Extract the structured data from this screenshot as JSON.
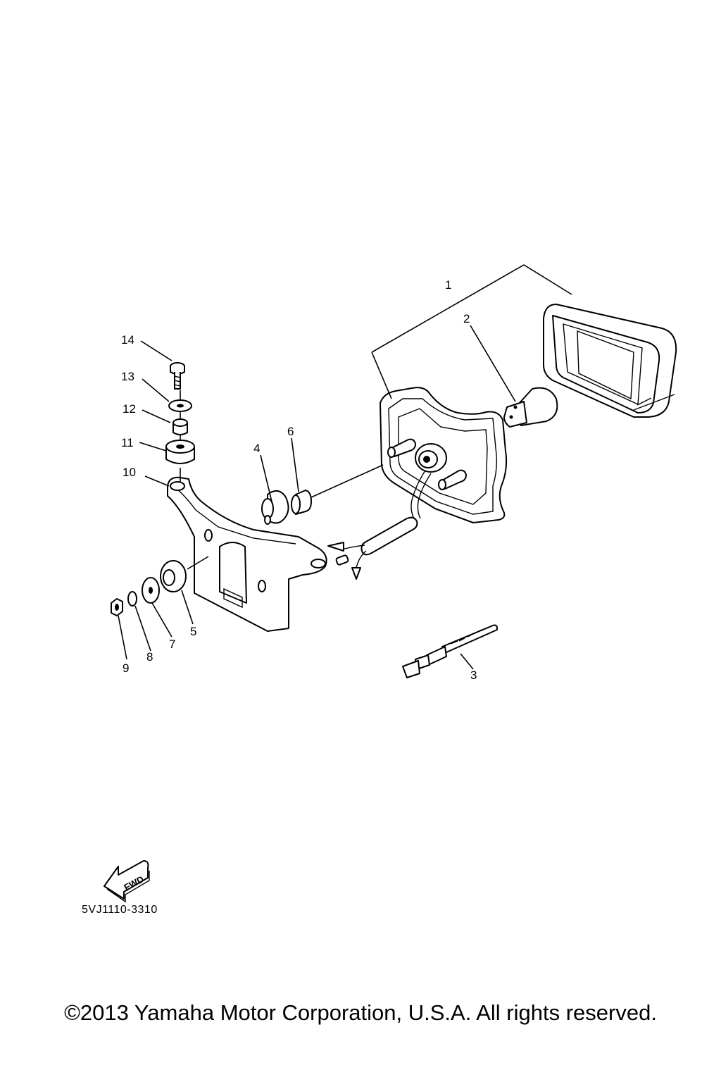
{
  "callouts": [
    "1",
    "2",
    "3",
    "4",
    "5",
    "6",
    "7",
    "8",
    "9",
    "10",
    "11",
    "12",
    "13",
    "14"
  ],
  "fwd_label": "FWD",
  "part_code": "5VJ1110-3310",
  "copyright": "©2013 Yamaha Motor Corporation, U.S.A. All rights reserved."
}
